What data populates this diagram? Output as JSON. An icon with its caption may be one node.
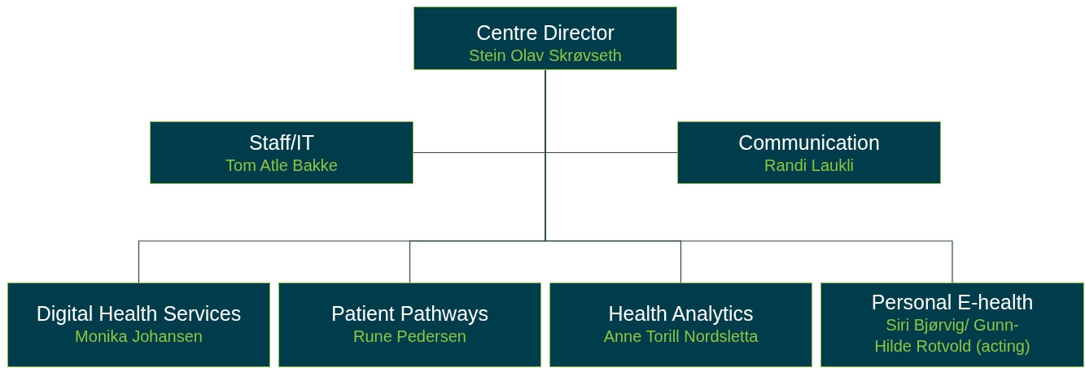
{
  "diagram": {
    "nodes": [
      {
        "text": [
          "Centre Director",
          "Stein Olav Skrøvseth"
        ]
      },
      {
        "text": [
          "Staff/IT",
          "Tom Atle Bakke"
        ]
      },
      {
        "text": [
          "Communication",
          "Randi Laukli"
        ]
      },
      {
        "text": [
          "Digital Health Services",
          "Monika Johansen"
        ]
      },
      {
        "text": [
          "Patient Pathways",
          "Rune Pedersen"
        ]
      },
      {
        "text": [
          "Health Analytics",
          "Anne Torill Nordsletta"
        ]
      },
      {
        "text": [
          "Personal E-health",
          "Siri Bjørvig/ Gunn-Hilde Rotvold (acting)"
        ]
      }
    ],
    "edges": [
      {
        "from": 0,
        "to": 1,
        "arrow": "none"
      },
      {
        "from": 0,
        "to": 2,
        "arrow": "none"
      },
      {
        "from": 0,
        "to": 3,
        "arrow": "none"
      },
      {
        "from": 0,
        "to": 4,
        "arrow": "none"
      },
      {
        "from": 0,
        "to": 5,
        "arrow": "none"
      },
      {
        "from": 0,
        "to": 6,
        "arrow": "none"
      }
    ]
  }
}
